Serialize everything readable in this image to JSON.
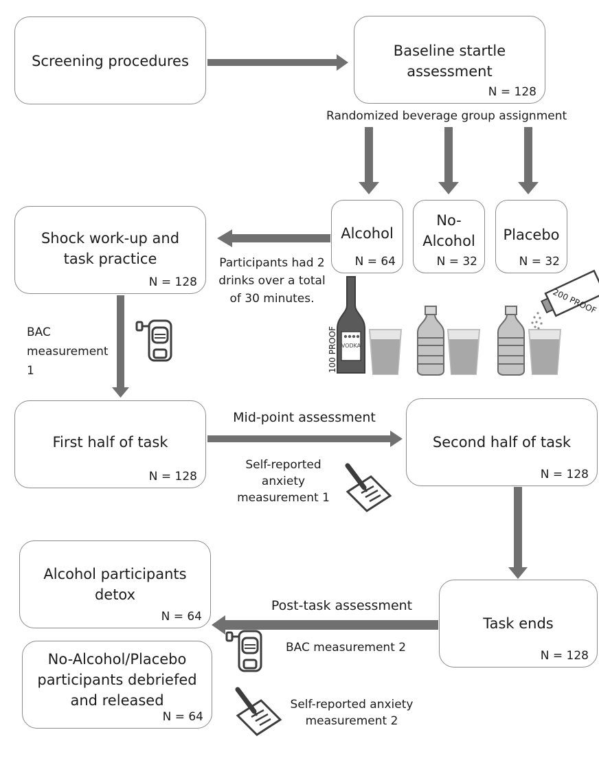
{
  "boxes": {
    "screening": {
      "title": "Screening procedures"
    },
    "baseline": {
      "title": "Baseline startle\nassessment",
      "n": "N = 128"
    },
    "shock": {
      "title": "Shock work-up and\ntask practice",
      "n": "N = 128"
    },
    "alcohol": {
      "title": "Alcohol",
      "n": "N = 64"
    },
    "no_alcohol": {
      "title": "No-\nAlcohol",
      "n": "N = 32"
    },
    "placebo": {
      "title": "Placebo",
      "n": "N = 32"
    },
    "first_half": {
      "title": "First half of task",
      "n": "N = 128"
    },
    "second_half": {
      "title": "Second half of task",
      "n": "N = 128"
    },
    "detox": {
      "title": "Alcohol participants\ndetox",
      "n": "N = 64"
    },
    "released": {
      "title": "No-Alcohol/Placebo\nparticipants debriefed\nand released",
      "n": "N = 64"
    },
    "task_ends": {
      "title": "Task ends",
      "n": "N = 128"
    }
  },
  "labels": {
    "randomized": "Randomized beverage group assignment",
    "drinks": "Participants had 2\ndrinks over a total\nof 30 minutes.",
    "bac1": "BAC\nmeasurement 1",
    "midpoint": "Mid-point assessment",
    "anxiety1": "Self-reported\nanxiety\nmeasurement 1",
    "post_task": "Post-task assessment",
    "bac2": "BAC measurement 2",
    "anxiety2": "Self-reported anxiety\nmeasurement 2"
  },
  "illustration": {
    "proof100": "100 PROOF",
    "vodka": "VODKA",
    "proof200": "200 PROOF"
  },
  "colors": {
    "arrow": "#707070",
    "border": "#8a8a8a",
    "icon": "#3c3c3c"
  },
  "icons": [
    "breathalyzer-icon",
    "questionnaire-pen-icon",
    "vodka-bottle-icon",
    "water-bottle-icon",
    "glass-icon",
    "alcohol-flask-icon"
  ]
}
